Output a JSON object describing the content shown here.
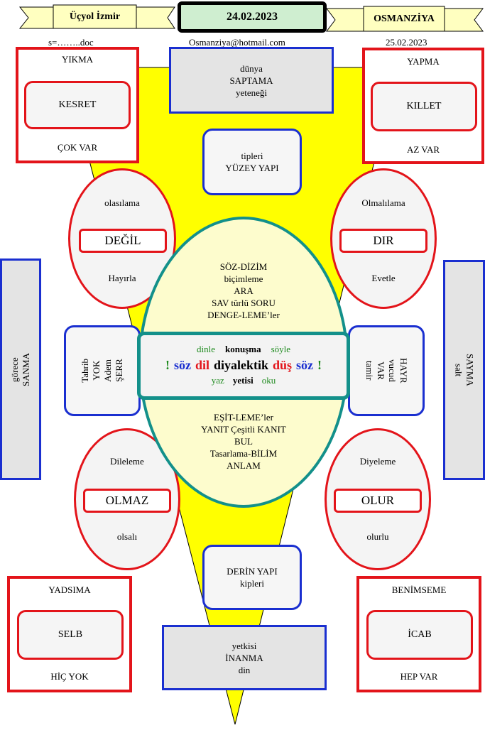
{
  "header": {
    "left_ribbon": "Üçyol İzmir",
    "date_box": "24.02.2023",
    "right_ribbon": "OSMANZİYA",
    "left_sub": "s=……..doc",
    "email": "Osmanziya@hotmail.com",
    "right_sub": "25.02.2023"
  },
  "corners": {
    "top_left": {
      "top": "YIKMA",
      "inner": "KESRET",
      "bottom": "ÇOK VAR"
    },
    "top_right": {
      "top": "YAPMA",
      "inner": "KILLET",
      "bottom": "AZ VAR"
    },
    "bottom_left": {
      "top": "YADSIMA",
      "inner": "SELB",
      "bottom": "HİÇ YOK"
    },
    "bottom_right": {
      "top": "BENİMSEME",
      "inner": "İCAB",
      "bottom": "HEP VAR"
    }
  },
  "blue_boxes": {
    "top": [
      "dünya",
      "SAPTAMA",
      "yeteneği"
    ],
    "second": [
      "tipleri",
      "YÜZEY YAPI"
    ],
    "deep": [
      "DERİN YAPI",
      "kipleri"
    ],
    "bottom": [
      "yetkisi",
      "İNANMA",
      "din"
    ]
  },
  "side_bars": {
    "left": [
      "görece",
      "SANMA"
    ],
    "right": [
      "SAYMA",
      "salt"
    ]
  },
  "ovals": {
    "upper_left": {
      "top": "olasılama",
      "word": "DEĞİL",
      "bottom": "Hayırla"
    },
    "upper_right": {
      "top": "Olmalılama",
      "word": "DIR",
      "bottom": "Evetle"
    },
    "lower_left": {
      "top": "Dileleme",
      "word": "OLMAZ",
      "bottom": "olsalı"
    },
    "lower_right": {
      "top": "Diyeleme",
      "word": "OLUR",
      "bottom": "olurlu"
    }
  },
  "center_ellipse": {
    "upper": [
      "SÖZ-DİZİM",
      "biçimleme",
      "ARA",
      "SAV türlü SORU",
      "DENGE-LEME’ler"
    ],
    "lower": [
      "EŞİT-LEME’ler",
      "YANIT Çeşitli KANIT",
      "BUL",
      "Tasarlama-BİLİM",
      "ANLAM"
    ]
  },
  "side_cards": {
    "left": [
      "Tahrib",
      "YOK",
      "Adem",
      "ŞERR"
    ],
    "right": [
      "HAYR",
      "vucud",
      "VAR",
      "tamir"
    ]
  },
  "center_box": {
    "row1": {
      "a": "dinle",
      "b": "konuşma",
      "c": "söyle"
    },
    "row2": {
      "e1": "!",
      "w1": "söz",
      "w2": "dil",
      "w3": "diyalektik",
      "w4": "düş",
      "w5": "söz",
      "e2": "!"
    },
    "row3": {
      "a": "yaz",
      "b": "yetisi",
      "c": "oku"
    }
  },
  "colors": {
    "yellow": "#ffff00",
    "red": "#e3141a",
    "blue": "#1a2fd0",
    "teal": "#13908a",
    "green": "#1e8a1e",
    "cream": "#fdfccd",
    "ribbon": "#ffffc0"
  }
}
